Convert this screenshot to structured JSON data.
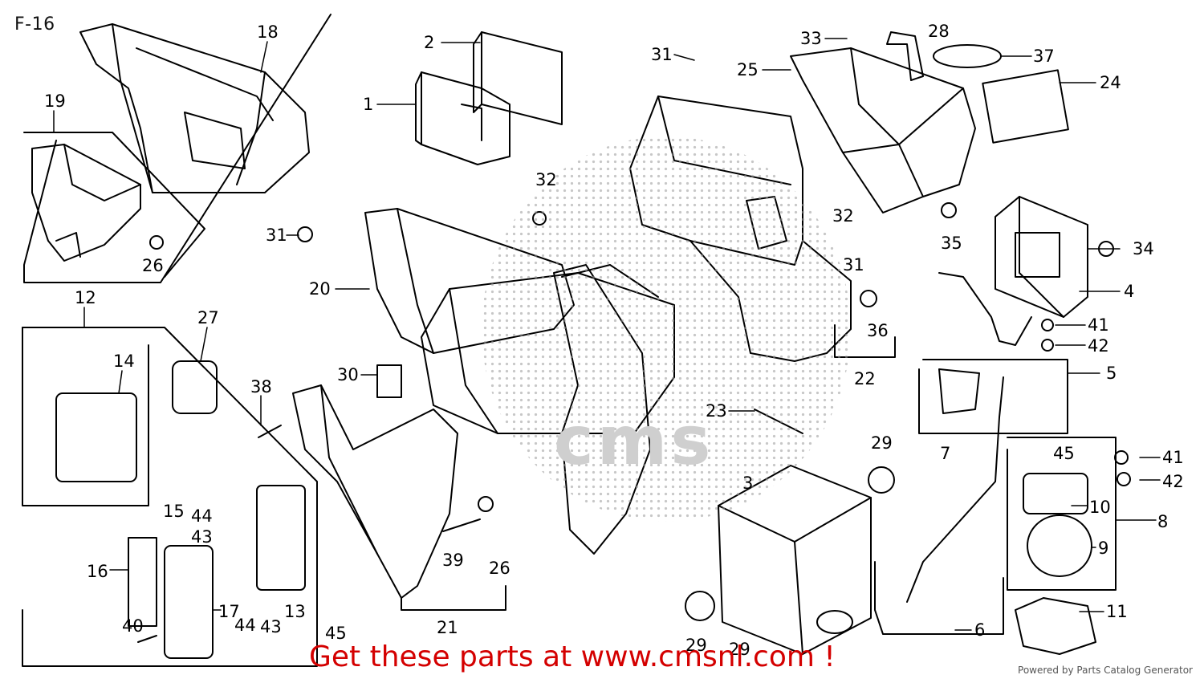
{
  "figure": {
    "title": "F-16"
  },
  "watermark": {
    "text": "cms"
  },
  "callouts": [
    {
      "id": "l-18",
      "text": "18"
    },
    {
      "id": "l-19",
      "text": "19"
    },
    {
      "id": "l-26a",
      "text": "26"
    },
    {
      "id": "l-2",
      "text": "2"
    },
    {
      "id": "l-1",
      "text": "1"
    },
    {
      "id": "l-31a",
      "text": "31"
    },
    {
      "id": "l-33",
      "text": "33"
    },
    {
      "id": "l-28",
      "text": "28"
    },
    {
      "id": "l-37",
      "text": "37"
    },
    {
      "id": "l-25",
      "text": "25"
    },
    {
      "id": "l-24",
      "text": "24"
    },
    {
      "id": "l-32a",
      "text": "32"
    },
    {
      "id": "l-31b",
      "text": "31"
    },
    {
      "id": "l-20",
      "text": "20"
    },
    {
      "id": "l-12",
      "text": "12"
    },
    {
      "id": "l-27",
      "text": "27"
    },
    {
      "id": "l-14",
      "text": "14"
    },
    {
      "id": "l-38",
      "text": "38"
    },
    {
      "id": "l-30",
      "text": "30"
    },
    {
      "id": "l-32b",
      "text": "32"
    },
    {
      "id": "l-35",
      "text": "35"
    },
    {
      "id": "l-34",
      "text": "34"
    },
    {
      "id": "l-31c",
      "text": "31"
    },
    {
      "id": "l-4",
      "text": "4"
    },
    {
      "id": "l-36",
      "text": "36"
    },
    {
      "id": "l-41a",
      "text": "41"
    },
    {
      "id": "l-42a",
      "text": "42"
    },
    {
      "id": "l-22",
      "text": "22"
    },
    {
      "id": "l-5",
      "text": "5"
    },
    {
      "id": "l-23",
      "text": "23"
    },
    {
      "id": "l-7",
      "text": "7"
    },
    {
      "id": "l-29a",
      "text": "29"
    },
    {
      "id": "l-45a",
      "text": "45"
    },
    {
      "id": "l-41b",
      "text": "41"
    },
    {
      "id": "l-3",
      "text": "3"
    },
    {
      "id": "l-42b",
      "text": "42"
    },
    {
      "id": "l-10",
      "text": "10"
    },
    {
      "id": "l-8",
      "text": "8"
    },
    {
      "id": "l-9",
      "text": "9"
    },
    {
      "id": "l-15",
      "text": "15"
    },
    {
      "id": "l-44a",
      "text": "44"
    },
    {
      "id": "l-43a",
      "text": "43"
    },
    {
      "id": "l-16",
      "text": "16"
    },
    {
      "id": "l-39",
      "text": "39"
    },
    {
      "id": "l-26b",
      "text": "26"
    },
    {
      "id": "l-17",
      "text": "17"
    },
    {
      "id": "l-44b",
      "text": "44"
    },
    {
      "id": "l-13",
      "text": "13"
    },
    {
      "id": "l-43b",
      "text": "43"
    },
    {
      "id": "l-40",
      "text": "40"
    },
    {
      "id": "l-45b",
      "text": "45"
    },
    {
      "id": "l-21",
      "text": "21"
    },
    {
      "id": "l-29b",
      "text": "29"
    },
    {
      "id": "l-29c",
      "text": "29"
    },
    {
      "id": "l-6",
      "text": "6"
    },
    {
      "id": "l-11",
      "text": "11"
    }
  ],
  "promo": {
    "text": "Get these parts at www.cmsnl.com !"
  },
  "credit": {
    "text": "Powered by Parts Catalog Generator"
  }
}
